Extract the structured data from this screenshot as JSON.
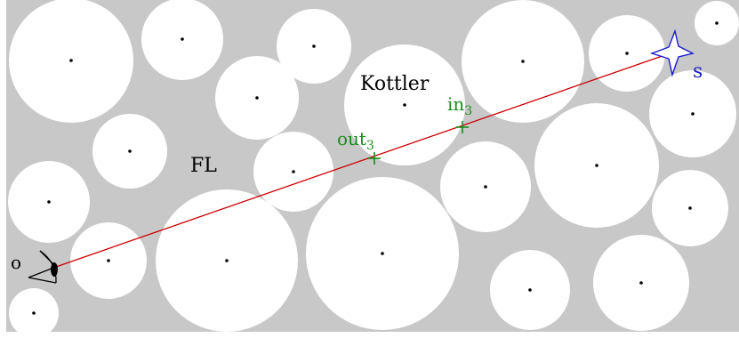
{
  "labels": {
    "region_kottler": "Kottler",
    "region_fl": "FL",
    "observer": "o",
    "source": "s",
    "out_base": "out",
    "out_sub": "3",
    "in_base": "in",
    "in_sub": "3"
  },
  "colors": {
    "background": "#c8c8c8",
    "circle_fill": "#ffffff",
    "center_dot": "#000000",
    "ray": "#cc0000",
    "intersection": "#1a8c1a",
    "source_star": "#1a1acc",
    "text": "#000000"
  }
}
